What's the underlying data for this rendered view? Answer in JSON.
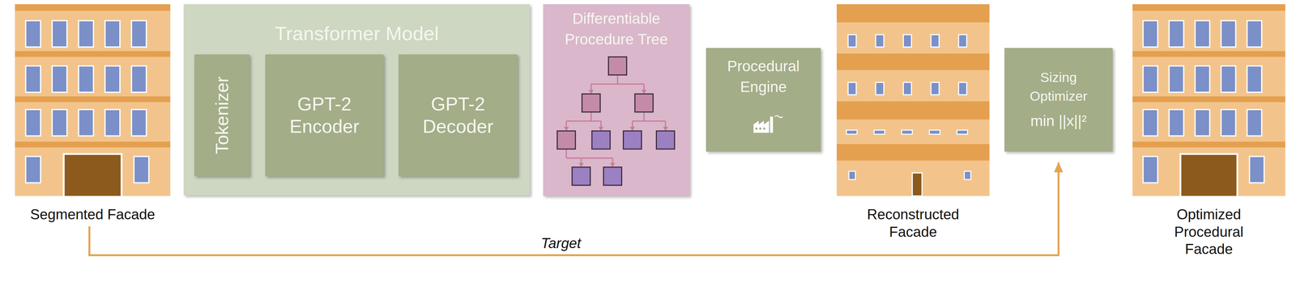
{
  "diagram": {
    "nodes": [
      {
        "text": [
          "Segmented Facade"
        ]
      },
      {
        "text": [
          "Transformer Model"
        ]
      },
      {
        "text": [
          "Tokenizer"
        ],
        "in": 1
      },
      {
        "text": [
          "GPT-2 Encoder"
        ],
        "in": 1
      },
      {
        "text": [
          "GPT-2 Decoder"
        ],
        "in": 1
      },
      {
        "text": [
          "Differentiable Procedure Tree"
        ]
      },
      {
        "text": [
          "Procedural Engine"
        ]
      },
      {
        "text": [
          "Reconstructed Facade"
        ]
      },
      {
        "text": [
          "Sizing Optimizer",
          "min ||x||²"
        ]
      },
      {
        "text": [
          "Optimized Procedural Facade"
        ]
      }
    ],
    "edges": [
      {
        "from": 0,
        "to": 8,
        "arrow": "to",
        "label": "Target"
      }
    ]
  }
}
